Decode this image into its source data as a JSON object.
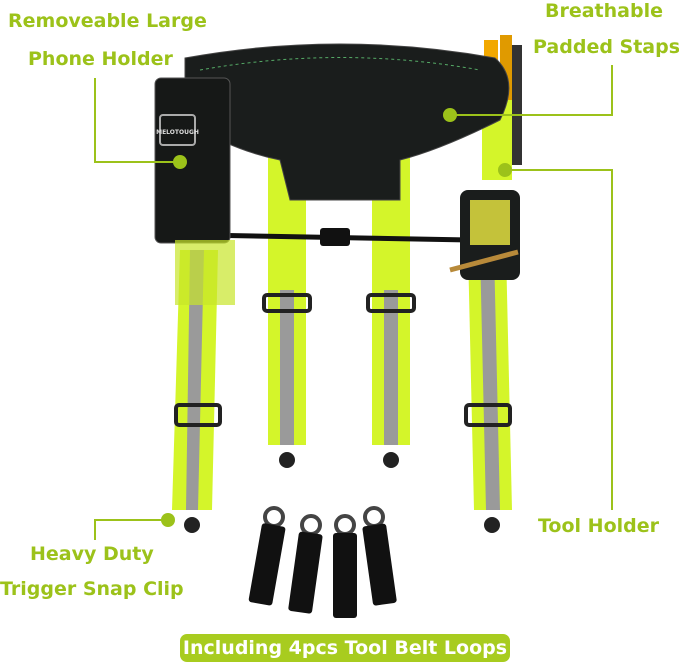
{
  "labels": {
    "phone_holder_line1": "Removeable Large",
    "phone_holder_line2": "Phone Holder",
    "straps_line1": "Breathable",
    "straps_line2": "Padded Staps",
    "tool_holder": "Tool Holder",
    "clip_line1": "Heavy Duty",
    "clip_line2": "Trigger Snap Clip"
  },
  "banner": "Including 4pcs Tool Belt Loops",
  "brand": "MELOTOUGH",
  "colors": {
    "accent": "#9cc21a",
    "banner": "#a8cc1f",
    "strap": "#d4f52a",
    "reflective": "#9a9a9a",
    "pad": "#1a1d1c"
  }
}
